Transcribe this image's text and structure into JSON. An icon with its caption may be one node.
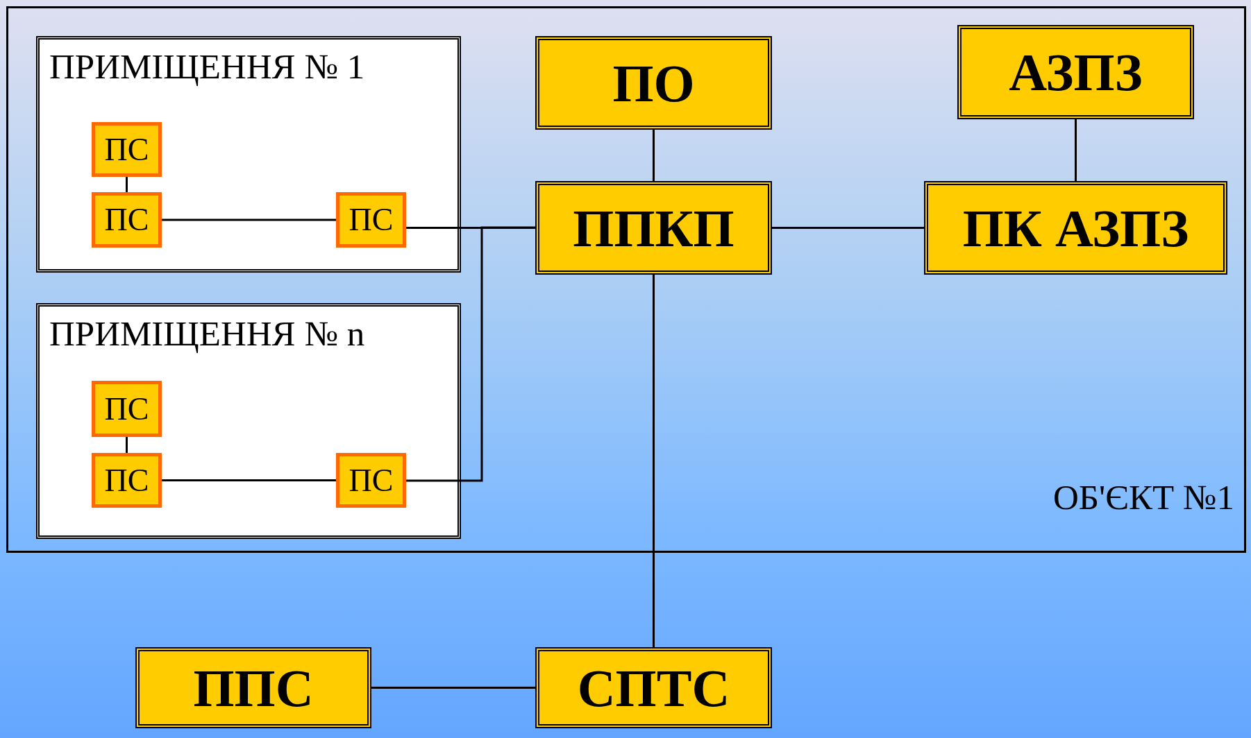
{
  "diagram": {
    "nodes": [
      {
        "text": [
          "ОБ'ЄКТ №1"
        ]
      },
      {
        "text": [
          "ПРИМІЩЕННЯ № 1"
        ],
        "in": 0
      },
      {
        "text": [
          "ПС"
        ],
        "in": 1
      },
      {
        "text": [
          "ПС"
        ],
        "in": 1
      },
      {
        "text": [
          "ПС"
        ],
        "in": 1
      },
      {
        "text": [
          "ПРИМІЩЕННЯ № n"
        ],
        "in": 0
      },
      {
        "text": [
          "ПС"
        ],
        "in": 5
      },
      {
        "text": [
          "ПС"
        ],
        "in": 5
      },
      {
        "text": [
          "ПС"
        ],
        "in": 5
      },
      {
        "text": [
          "ПО"
        ],
        "in": 0
      },
      {
        "text": [
          "АЗПЗ"
        ],
        "in": 0
      },
      {
        "text": [
          "ППКП"
        ],
        "in": 0
      },
      {
        "text": [
          "ПК АЗПЗ"
        ],
        "in": 0
      },
      {
        "text": [
          "ППС"
        ]
      },
      {
        "text": [
          "СПТС"
        ]
      }
    ],
    "edges": [
      {
        "from": 2,
        "to": 3,
        "arrow": "none"
      },
      {
        "from": 3,
        "to": 4,
        "arrow": "none"
      },
      {
        "from": 4,
        "to": 11,
        "arrow": "none"
      },
      {
        "from": 6,
        "to": 7,
        "arrow": "none"
      },
      {
        "from": 7,
        "to": 8,
        "arrow": "none"
      },
      {
        "from": 8,
        "to": 11,
        "arrow": "none"
      },
      {
        "from": 9,
        "to": 11,
        "arrow": "none"
      },
      {
        "from": 10,
        "to": 12,
        "arrow": "none"
      },
      {
        "from": 11,
        "to": 12,
        "arrow": "none"
      },
      {
        "from": 11,
        "to": 14,
        "arrow": "none"
      },
      {
        "from": 13,
        "to": 14,
        "arrow": "none"
      }
    ]
  }
}
